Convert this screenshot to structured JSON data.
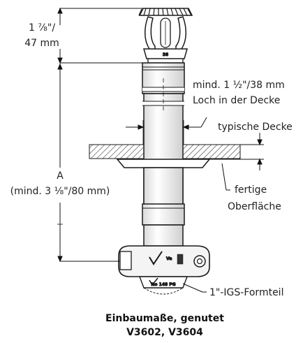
{
  "labels": {
    "top_dim_line1": "1 ⅞\"/",
    "top_dim_line2": "47 mm",
    "hole_line1": "mind. 1 ½\"/38 mm",
    "hole_line2": "Loch in der Decke",
    "ceiling": "typische Decke",
    "finished_line1": "fertige",
    "finished_line2": "Oberfläche",
    "a_line1": "A",
    "a_line2": "(mind. 3 ⅛\"/80 mm)",
    "fitting": "1\"-IGS-Formteil",
    "caption_line1": "Einbaumaße, genutet",
    "caption_line2": "V3602, V3604",
    "frame_mark": "38",
    "coupling_mark": "Va",
    "coupling_mark2": "No 148 PG"
  },
  "colors": {
    "line": "#1a1a1a",
    "hatch": "#555555",
    "dim": "#111111"
  }
}
